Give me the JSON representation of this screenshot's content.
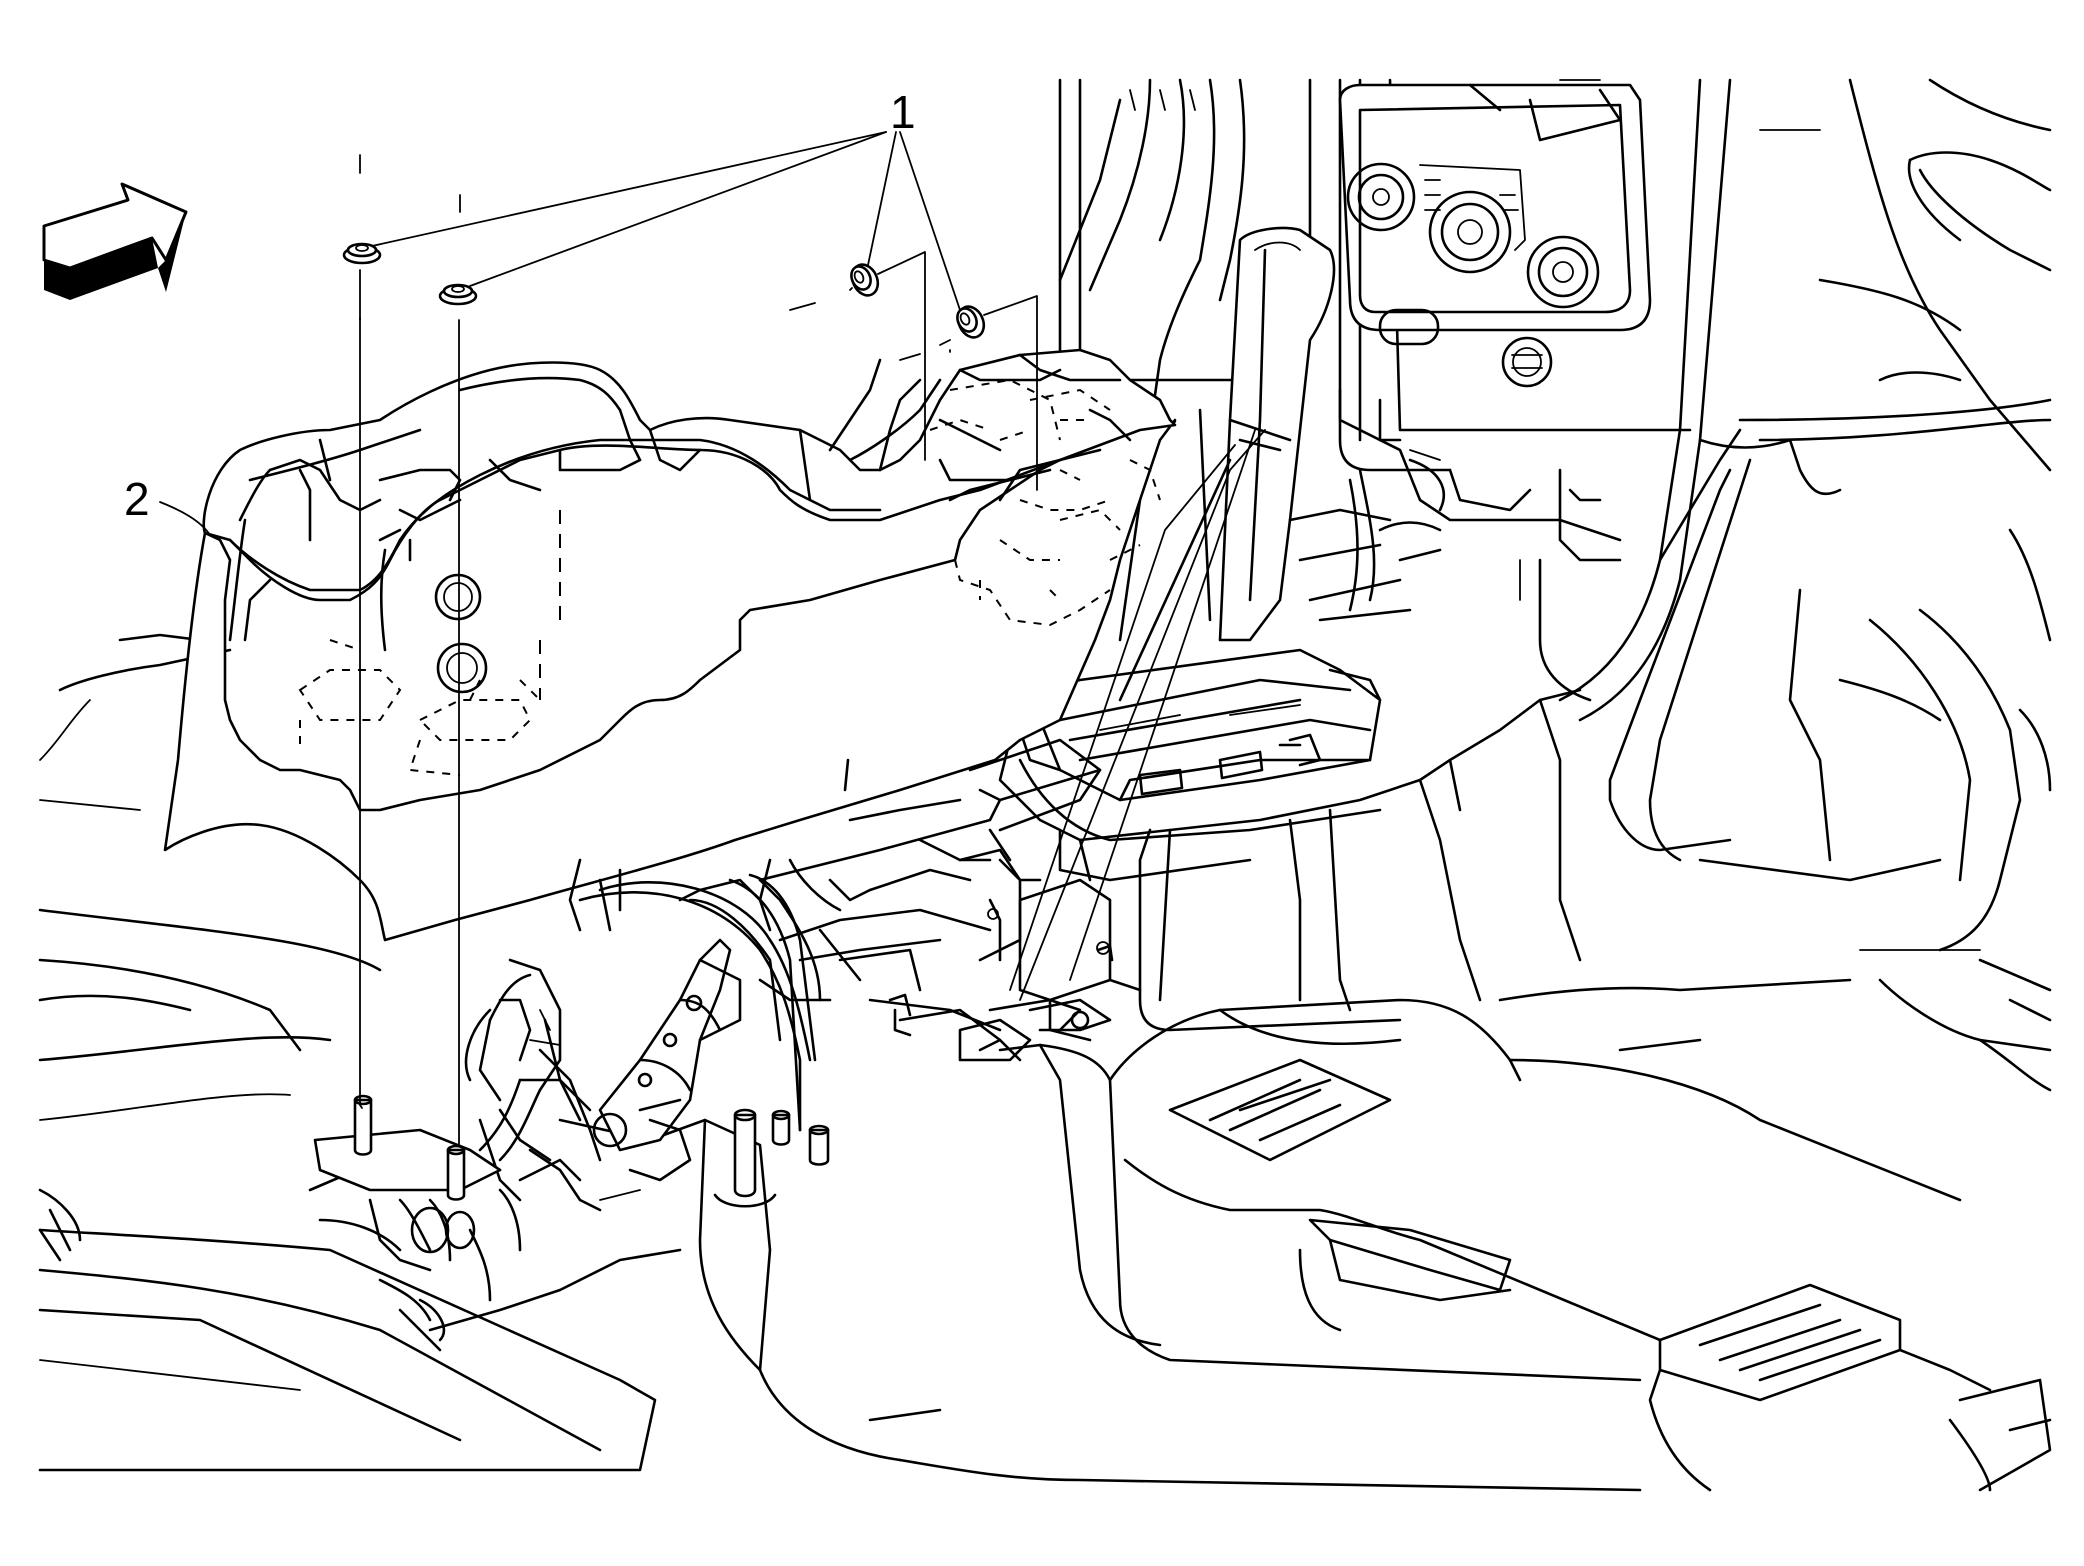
{
  "callouts": [
    {
      "id": "1",
      "label": "1"
    },
    {
      "id": "2",
      "label": "2"
    }
  ],
  "icons": {
    "direction_arrow": "forward-arrow-icon"
  }
}
